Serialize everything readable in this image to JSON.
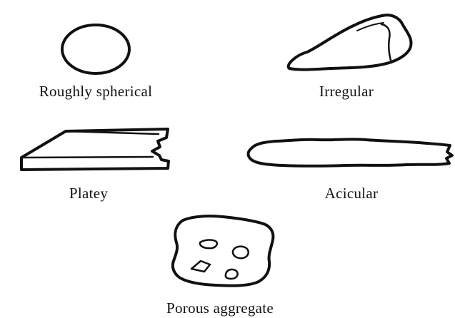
{
  "shapes": [
    {
      "id": "roughly-spherical",
      "label": "Roughly spherical"
    },
    {
      "id": "irregular",
      "label": "Irregular"
    },
    {
      "id": "platey",
      "label": "Platey"
    },
    {
      "id": "acicular",
      "label": "Acicular"
    },
    {
      "id": "porous-aggregate",
      "label": "Porous aggregate"
    }
  ],
  "colors": {
    "stroke": "#111111",
    "background": "#ffffff"
  }
}
